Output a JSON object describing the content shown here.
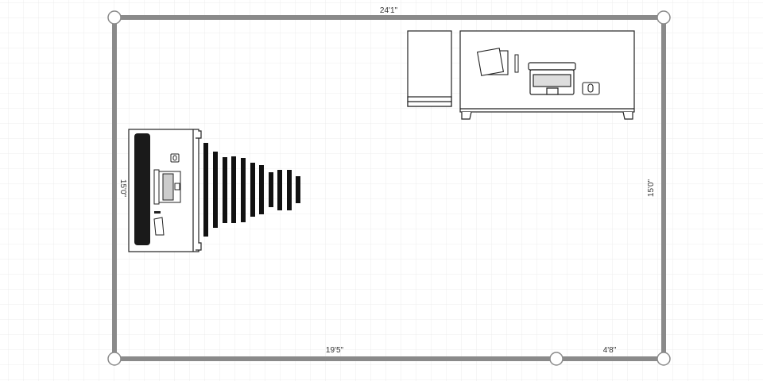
{
  "floor_plan": {
    "dimensions": {
      "top": "24'1\"",
      "left": "15'0\"",
      "right": "15'0\"",
      "bottom_left": "19'5\"",
      "bottom_right": "4'8\""
    },
    "colors": {
      "wall": "#8a8a8a",
      "grid": "#ececec",
      "furniture": "#222222"
    }
  }
}
